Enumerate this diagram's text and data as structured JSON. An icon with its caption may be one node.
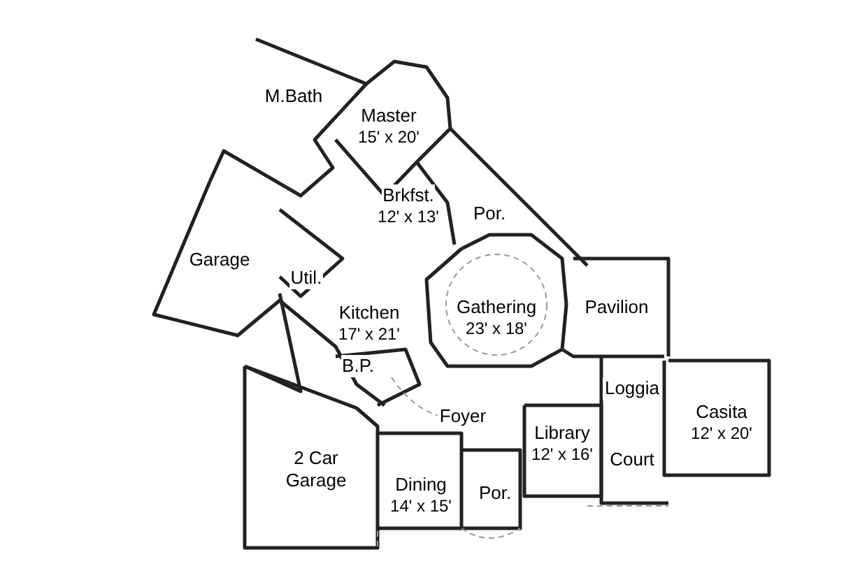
{
  "diagram": {
    "nodes": [
      {
        "text": [
          "M.Bath"
        ]
      },
      {
        "text": [
          "Master",
          "15' x 20'"
        ]
      },
      {
        "text": [
          "Brkfst.",
          "12' x 13'"
        ]
      },
      {
        "text": [
          "Por."
        ]
      },
      {
        "text": [
          "Garage"
        ]
      },
      {
        "text": [
          "Util."
        ]
      },
      {
        "text": [
          "Gathering",
          "23' x 18'"
        ]
      },
      {
        "text": [
          "Pavilion"
        ]
      },
      {
        "text": [
          "Kitchen",
          "17' x 21'"
        ]
      },
      {
        "text": [
          "B.P."
        ]
      },
      {
        "text": [
          "Loggia"
        ]
      },
      {
        "text": [
          "Casita",
          "12' x 20'"
        ]
      },
      {
        "text": [
          "Foyer"
        ]
      },
      {
        "text": [
          "Library",
          "12' x 16'"
        ]
      },
      {
        "text": [
          "2 Car Garage"
        ]
      },
      {
        "text": [
          "Court"
        ]
      },
      {
        "text": [
          "Dining",
          "14' x 15'"
        ]
      },
      {
        "text": [
          "Por."
        ]
      }
    ]
  }
}
